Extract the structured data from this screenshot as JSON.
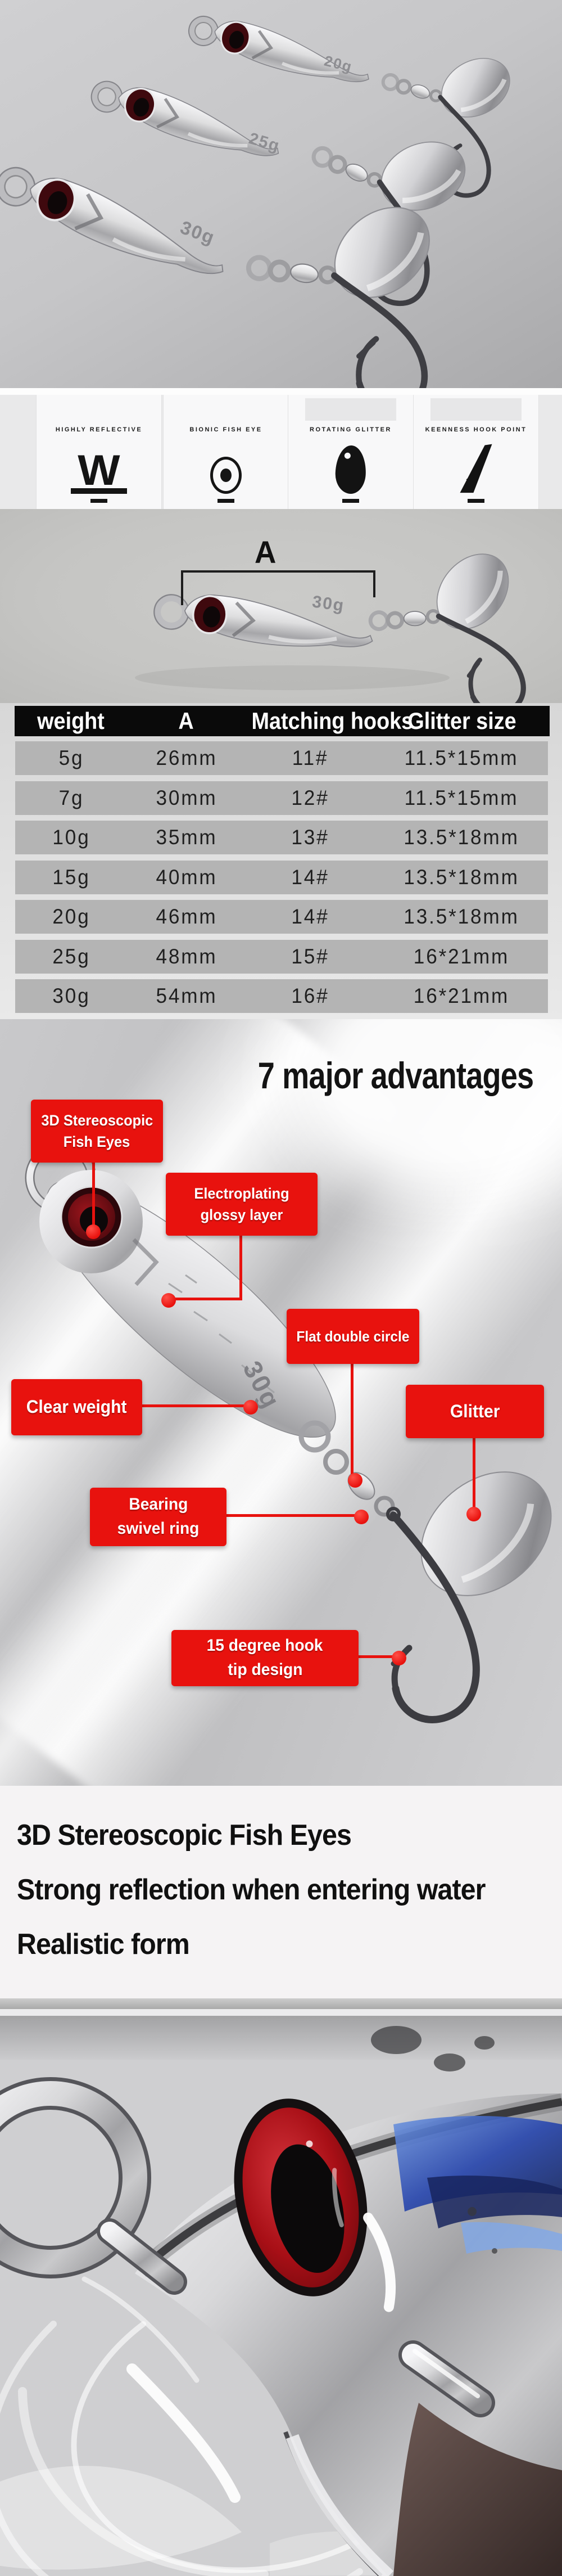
{
  "photo_top": {
    "stamps": [
      "20g",
      "25g",
      "30g"
    ]
  },
  "features_strip": {
    "items": [
      {
        "label": "HIGHLY REFLECTIVE",
        "icon": "reflective-w-icon"
      },
      {
        "label": "BIONIC FISH EYE",
        "icon": "fish-eye-icon"
      },
      {
        "label": "ROTATING GLITTER",
        "icon": "glitter-blade-icon"
      },
      {
        "label": "KEENNESS HOOK POINT",
        "icon": "hook-point-icon"
      }
    ]
  },
  "dimension_photo": {
    "dimension_label": "A",
    "stamp": "30g"
  },
  "spec_table": {
    "headers": [
      "weight",
      "A",
      "Matching hooks",
      "Glitter size"
    ],
    "rows": [
      [
        "5g",
        "26mm",
        "11#",
        "11.5*15mm"
      ],
      [
        "7g",
        "30mm",
        "12#",
        "11.5*15mm"
      ],
      [
        "10g",
        "35mm",
        "13#",
        "13.5*18mm"
      ],
      [
        "15g",
        "40mm",
        "14#",
        "13.5*18mm"
      ],
      [
        "20g",
        "46mm",
        "14#",
        "13.5*18mm"
      ],
      [
        "25g",
        "48mm",
        "15#",
        "16*21mm"
      ],
      [
        "30g",
        "54mm",
        "16#",
        "16*21mm"
      ]
    ]
  },
  "advantages": {
    "heading": "7 major advantages",
    "stamp": "30g",
    "labels": [
      {
        "line1": "3D Stereoscopic",
        "line2": "Fish Eyes"
      },
      {
        "line1": "Electroplating",
        "line2": "glossy layer"
      },
      {
        "line1": "Flat double circle",
        "line2": ""
      },
      {
        "line1": "Clear weight",
        "line2": ""
      },
      {
        "line1": "Glitter",
        "line2": ""
      },
      {
        "line1": "Bearing",
        "line2": "swivel ring"
      },
      {
        "line1": "15 degree hook",
        "line2": "tip design"
      }
    ]
  },
  "benefits": {
    "lines": [
      "3D Stereoscopic Fish Eyes",
      "Strong reflection when entering water",
      "Realistic form"
    ]
  },
  "colors": {
    "accent_red": "#e8120e",
    "table_header_bg": "#0a0a0a",
    "table_row_bg": "#b4b4b4"
  }
}
